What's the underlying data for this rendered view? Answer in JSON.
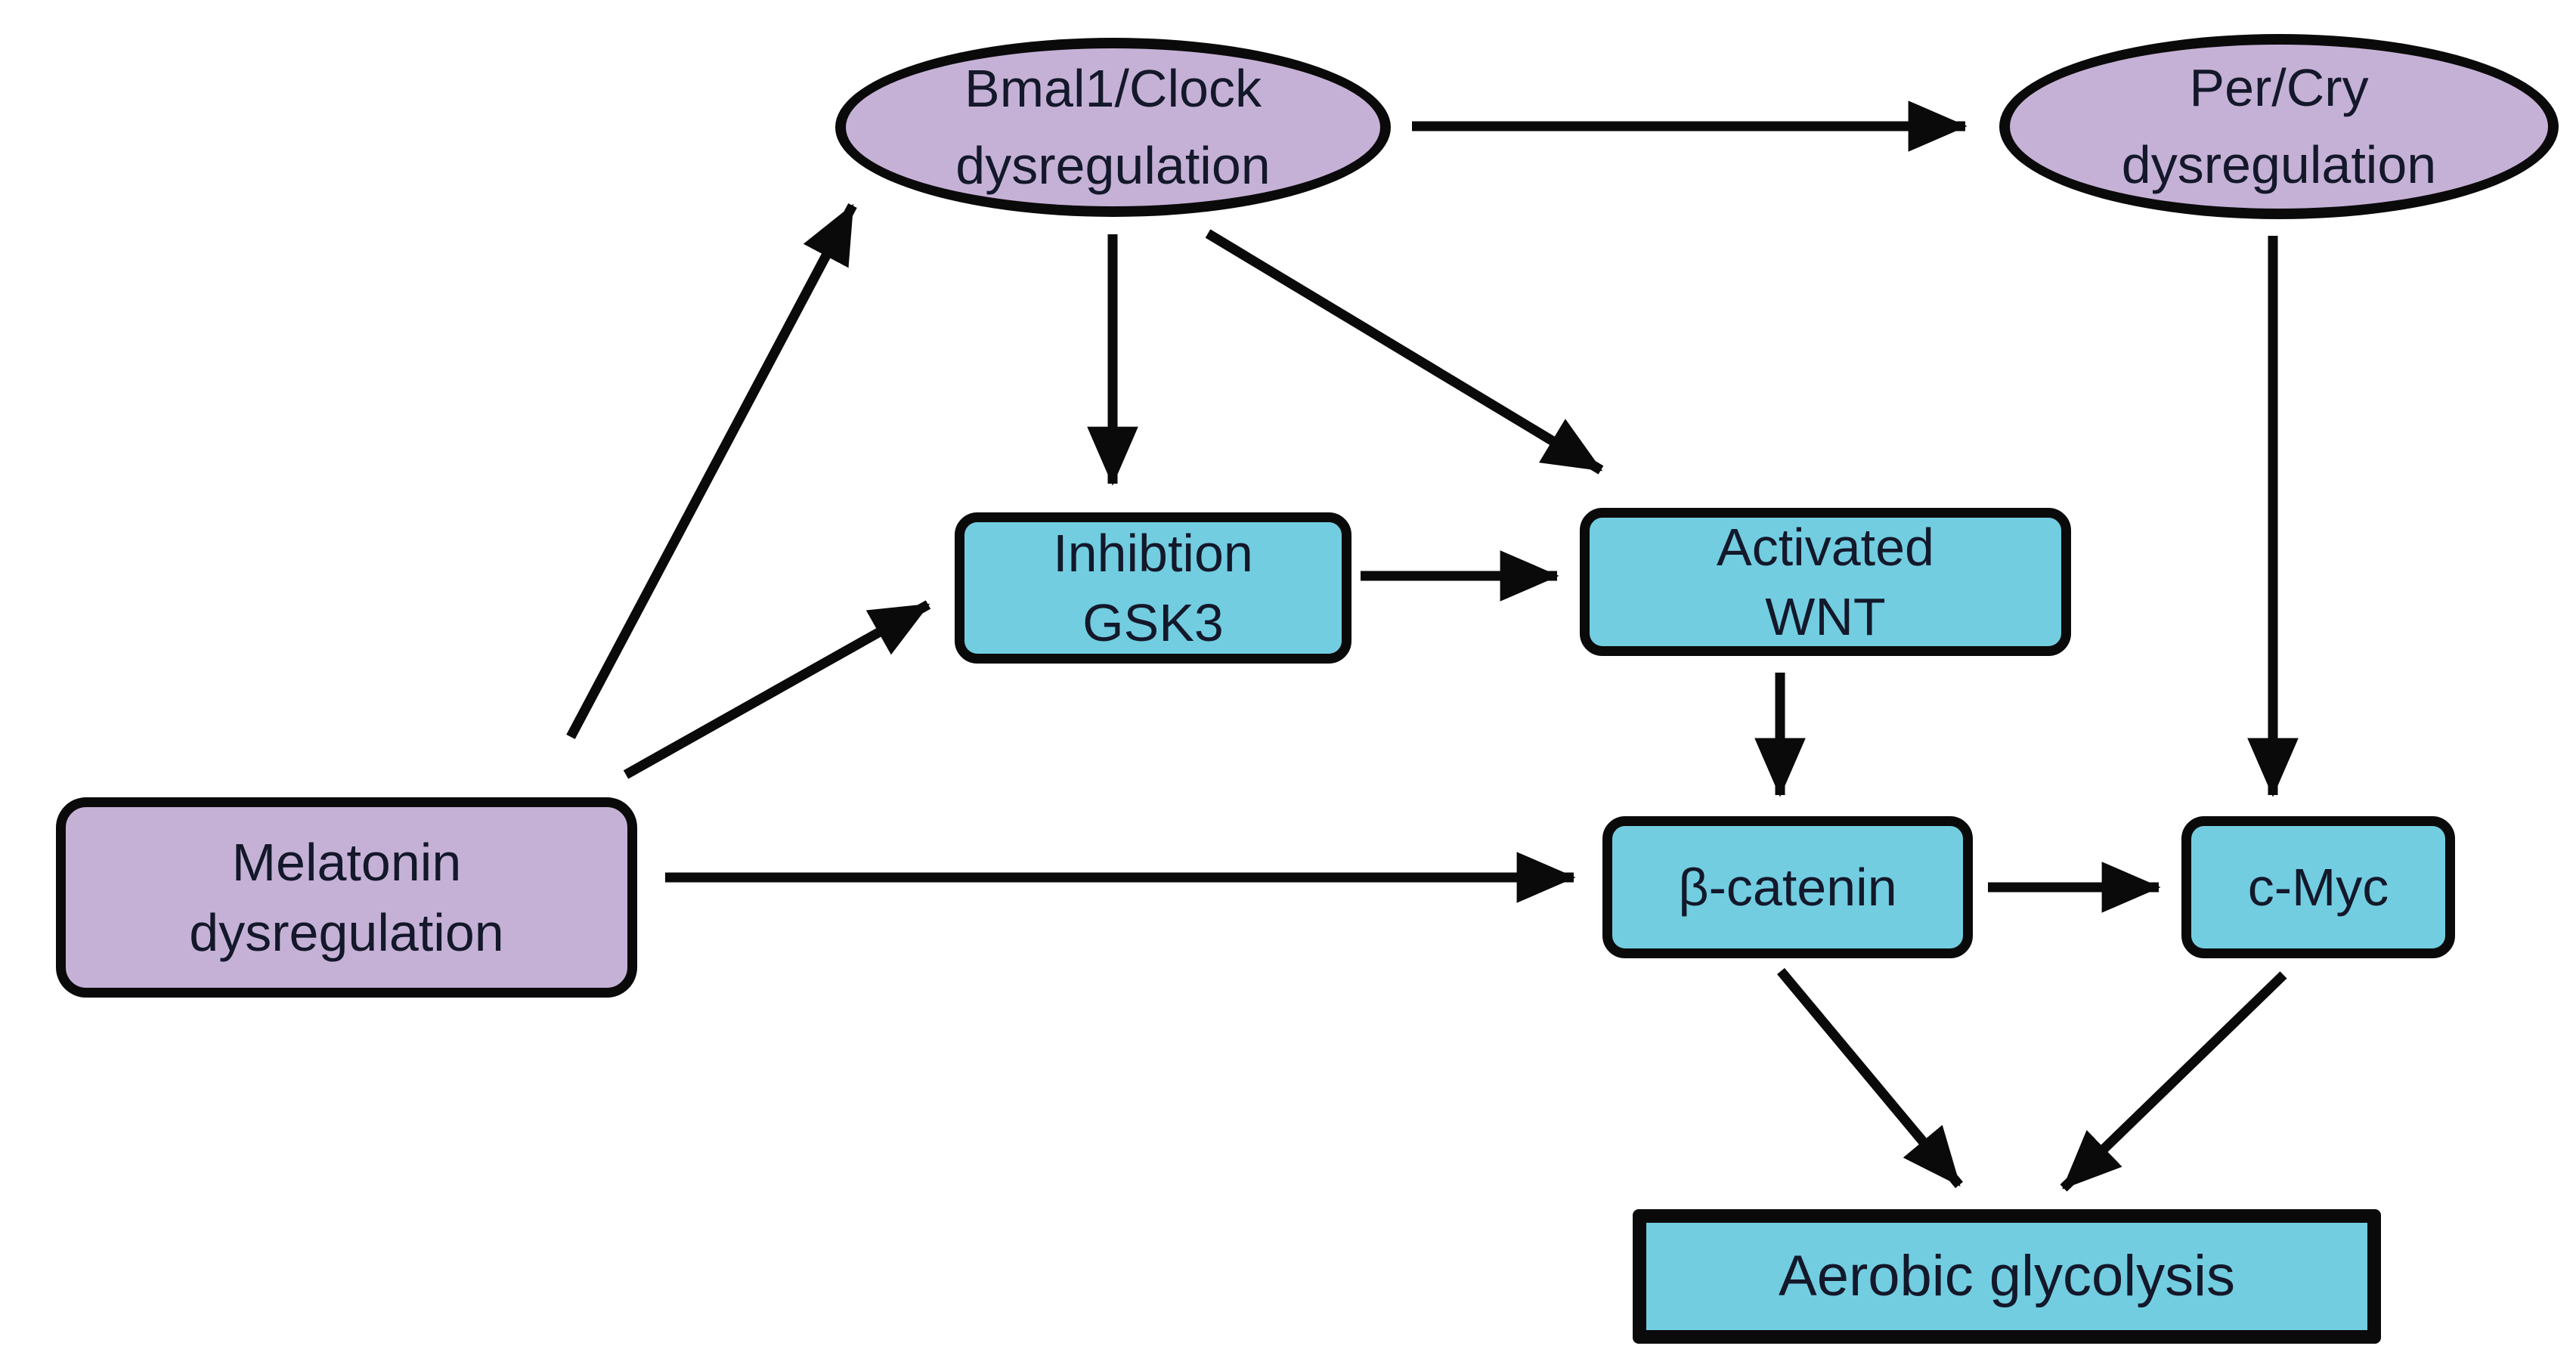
{
  "diagram": {
    "background": "#ffffff",
    "colors": {
      "purple_fill": "#c6b1d6",
      "cyan_fill": "#72cde0",
      "node_border": "#0a0a0a",
      "arrow": "#0a0a0a",
      "text": "#13182a"
    },
    "nodes": {
      "bmal1": {
        "shape": "ellipse",
        "fill": "purple",
        "lines": [
          "Bmal1/Clock",
          "dysregulation"
        ]
      },
      "percry": {
        "shape": "ellipse",
        "fill": "purple",
        "lines": [
          "Per/Cry",
          "dysregulation"
        ]
      },
      "melatonin": {
        "shape": "rounded-rect",
        "fill": "purple",
        "lines": [
          "Melatonin",
          "dysregulation"
        ]
      },
      "gsk3": {
        "shape": "rounded-rect",
        "fill": "cyan",
        "lines": [
          "Inhibtion",
          "GSK3"
        ]
      },
      "wnt": {
        "shape": "rounded-rect",
        "fill": "cyan",
        "lines": [
          "Activated",
          "WNT"
        ]
      },
      "bcatenin": {
        "shape": "rounded-rect",
        "fill": "cyan",
        "lines": [
          "β-catenin"
        ]
      },
      "cmyc": {
        "shape": "rounded-rect",
        "fill": "cyan",
        "lines": [
          "c-Myc"
        ]
      },
      "aerobic": {
        "shape": "rect",
        "fill": "cyan",
        "lines": [
          "Aerobic glycolysis"
        ]
      }
    },
    "edges": [
      {
        "from": "Melatonin dysregulation",
        "to": "Bmal1/Clock dysregulation"
      },
      {
        "from": "Melatonin dysregulation",
        "to": "Inhibtion GSK3"
      },
      {
        "from": "Melatonin dysregulation",
        "to": "β-catenin"
      },
      {
        "from": "Bmal1/Clock dysregulation",
        "to": "Per/Cry dysregulation"
      },
      {
        "from": "Bmal1/Clock dysregulation",
        "to": "Inhibtion GSK3"
      },
      {
        "from": "Bmal1/Clock dysregulation",
        "to": "Activated WNT"
      },
      {
        "from": "Inhibtion GSK3",
        "to": "Activated WNT"
      },
      {
        "from": "Activated WNT",
        "to": "β-catenin"
      },
      {
        "from": "Per/Cry dysregulation",
        "to": "c-Myc"
      },
      {
        "from": "β-catenin",
        "to": "c-Myc"
      },
      {
        "from": "β-catenin",
        "to": "Aerobic glycolysis"
      },
      {
        "from": "c-Myc",
        "to": "Aerobic glycolysis"
      }
    ]
  }
}
